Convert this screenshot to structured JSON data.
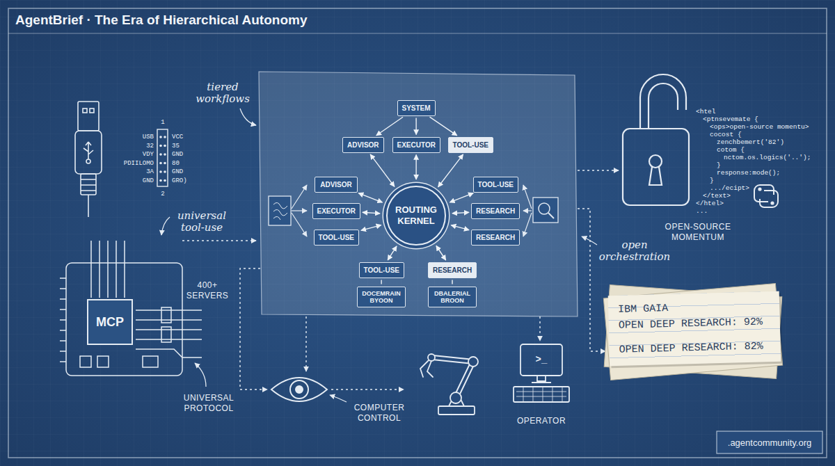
{
  "diagram": {
    "title": "AgentBrief · The Era of Hierarchical Autonomy",
    "nodes": [
      {
        "text": [
          "SYSTEM"
        ]
      },
      {
        "text": [
          "ADVISOR"
        ]
      },
      {
        "text": [
          "EXECUTOR"
        ]
      },
      {
        "text": [
          "TOOL-USE"
        ]
      },
      {
        "text": [
          "ROUTING KERNEL"
        ]
      },
      {
        "text": [
          "ADVISOR"
        ]
      },
      {
        "text": [
          "EXECUTOR"
        ]
      },
      {
        "text": [
          "TOOL-USE"
        ]
      },
      {
        "text": [
          "TOOL-USE"
        ]
      },
      {
        "text": [
          "RESEARCH"
        ]
      },
      {
        "text": [
          "RESEARCH"
        ]
      },
      {
        "text": [
          "TOOL-USE"
        ]
      },
      {
        "text": [
          "RESEARCH"
        ]
      },
      {
        "text": [
          "DOCEMRAIN BYOON"
        ]
      },
      {
        "text": [
          "DBALERIAL BROON"
        ]
      },
      {
        "text": [
          "MCP"
        ]
      },
      {
        "text": [
          "IBM GAIA",
          "OPEN DEEP RESEARCH: 92%",
          "OPEN DEEP RESEARCH: 82%"
        ]
      }
    ],
    "edges": [
      {
        "from": 0,
        "to": 1,
        "arrow": "to"
      },
      {
        "from": 0,
        "to": 2,
        "arrow": "to"
      },
      {
        "from": 0,
        "to": 3,
        "arrow": "to"
      },
      {
        "from": 4,
        "to": 1,
        "arrow": "both"
      },
      {
        "from": 4,
        "to": 2,
        "arrow": "both"
      },
      {
        "from": 4,
        "to": 3,
        "arrow": "both"
      },
      {
        "from": 4,
        "to": 5,
        "arrow": "both"
      },
      {
        "from": 4,
        "to": 6,
        "arrow": "both"
      },
      {
        "from": 4,
        "to": 7,
        "arrow": "both"
      },
      {
        "from": 4,
        "to": 8,
        "arrow": "both"
      },
      {
        "from": 4,
        "to": 9,
        "arrow": "both"
      },
      {
        "from": 4,
        "to": 10,
        "arrow": "both"
      },
      {
        "from": 4,
        "to": 11,
        "arrow": "both"
      },
      {
        "from": 4,
        "to": 12,
        "arrow": "both"
      },
      {
        "from": 11,
        "to": 13,
        "arrow": "none"
      },
      {
        "from": 12,
        "to": 14,
        "arrow": "none"
      }
    ],
    "labels": [
      "tiered workflows",
      "universal tool-use",
      "open orchestration",
      "1",
      "USB",
      "32",
      "VDY",
      "PDIILOMO",
      "3A",
      "GND",
      "2",
      "VCC",
      "35",
      "GND",
      "80",
      "GND",
      "GRO)",
      "400+ SERVERS",
      "UNIVERSAL PROTOCOL",
      "COMPUTER CONTROL",
      "OPERATOR",
      ">_",
      "<htel",
      "<ptnsevemate {",
      "<ops>open-source momentu>",
      "cocost {",
      "zenchbemert('82')",
      "cotom {",
      "nctom.os.logics('..');",
      "}",
      "response:mode();",
      "}",
      ".../ecipt>",
      "</text>",
      "</htel>",
      "...",
      "OPEN-SOURCE MOMENTUM",
      ".agentcommunity.org"
    ]
  }
}
